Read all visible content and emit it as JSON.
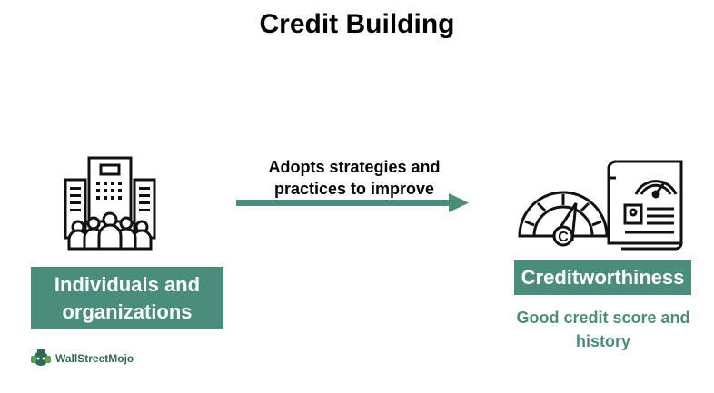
{
  "title": "Credit Building",
  "left_node": {
    "label": "Individuals and organizations"
  },
  "arrow": {
    "label": "Adopts strategies and practices to improve"
  },
  "right_node": {
    "label": "Creditworthiness",
    "sublabel": "Good credit score and history"
  },
  "brand": {
    "name": "WallStreetMojo"
  },
  "colors": {
    "accent": "#4a8d7a",
    "brand_green": "#2e6a4f"
  }
}
